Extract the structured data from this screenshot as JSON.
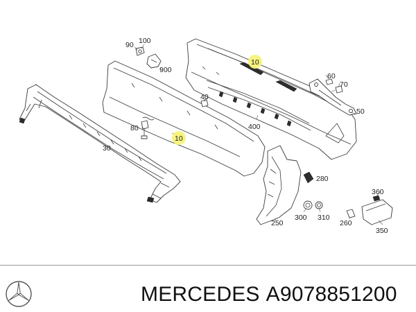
{
  "callouts": {
    "c100": "100",
    "c90": "90",
    "c900": "900",
    "c10a": "10",
    "c10b": "10",
    "c60": "60",
    "c70": "70",
    "c50": "50",
    "c40": "40",
    "c400": "400",
    "c80": "80",
    "c30": "30",
    "c280": "280",
    "c360": "360",
    "c300": "300",
    "c310": "310",
    "c260": "260",
    "c250": "250",
    "c350": "350"
  },
  "footer": {
    "brand": "MERCEDES",
    "part_number": "A9078851200",
    "logo_icon": "mercedes-star-icon"
  }
}
